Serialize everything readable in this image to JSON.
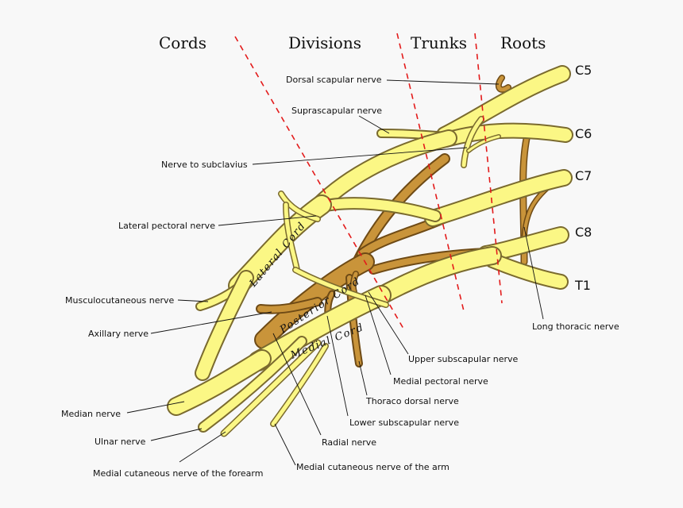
{
  "headers": {
    "cords": "Cords",
    "divisions": "Divisions",
    "trunks": "Trunks",
    "roots": "Roots"
  },
  "roots": {
    "c5": "C5",
    "c6": "C6",
    "c7": "C7",
    "c8": "C8",
    "t1": "T1"
  },
  "cord_labels": {
    "lateral": "Lateral Cord",
    "posterior": "Posterior Cord",
    "medial": "Medial Cord"
  },
  "labels": {
    "dorsal_scapular": "Dorsal scapular nerve",
    "suprascapular": "Suprascapular nerve",
    "subclavius": "Nerve to subclavius",
    "lateral_pectoral": "Lateral pectoral nerve",
    "musculocutaneous": "Musculocutaneous nerve",
    "axillary": "Axillary nerve",
    "median": "Median nerve",
    "ulnar": "Ulnar nerve",
    "med_cut_forearm": "Medial cutaneous nerve of the forearm",
    "med_cut_arm": "Medial cutaneous nerve of the arm",
    "radial": "Radial nerve",
    "lower_subscapular": "Lower subscapular nerve",
    "thoracodorsal": "Thoraco dorsal nerve",
    "medial_pectoral": "Medial pectoral nerve",
    "upper_subscapular": "Upper subscapular nerve",
    "long_thoracic": "Long thoracic nerve"
  },
  "colors": {
    "anterior_nerve_fill": "#fbf785",
    "anterior_nerve_outline": "#7a6a2e",
    "posterior_nerve_fill": "#c9943a",
    "posterior_nerve_outline": "#6e4a15",
    "section_divider": "#e31b1b"
  }
}
